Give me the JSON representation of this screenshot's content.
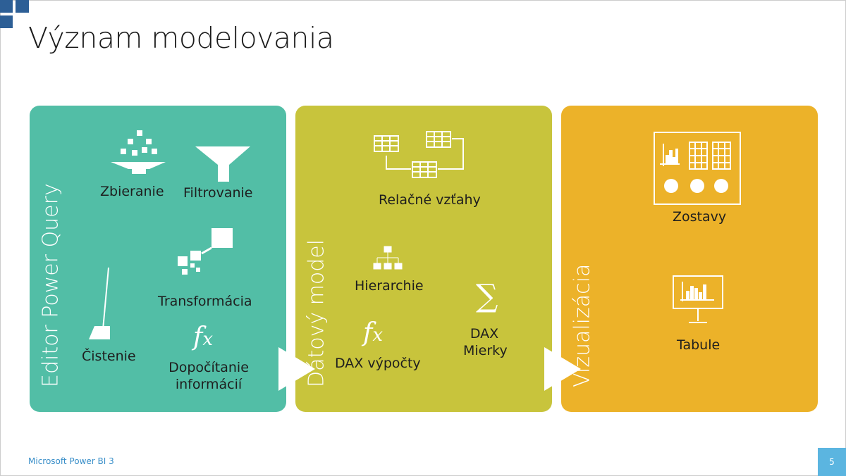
{
  "title": "Význam modelovania",
  "colors": {
    "query": "#52bea6",
    "model": "#c8c43c",
    "viz": "#ecb229",
    "accent": "#2d5f96",
    "page_badge": "#5bb5e0"
  },
  "panels": [
    {
      "heading": "Editor Power Query",
      "items": [
        "Zbieranie",
        "Filtrovanie",
        "Transformácia",
        "Čistenie",
        "Dopočítanie informácií"
      ]
    },
    {
      "heading": "Dátový model",
      "items": [
        "Relačné vzťahy",
        "Hierarchie",
        "DAX výpočty",
        "DAX Mierky"
      ]
    },
    {
      "heading": "Vizualizácia",
      "items": [
        "Zostavy",
        "Tabule"
      ]
    }
  ],
  "footer": {
    "text": "Microsoft Power BI 3",
    "page": "5"
  }
}
